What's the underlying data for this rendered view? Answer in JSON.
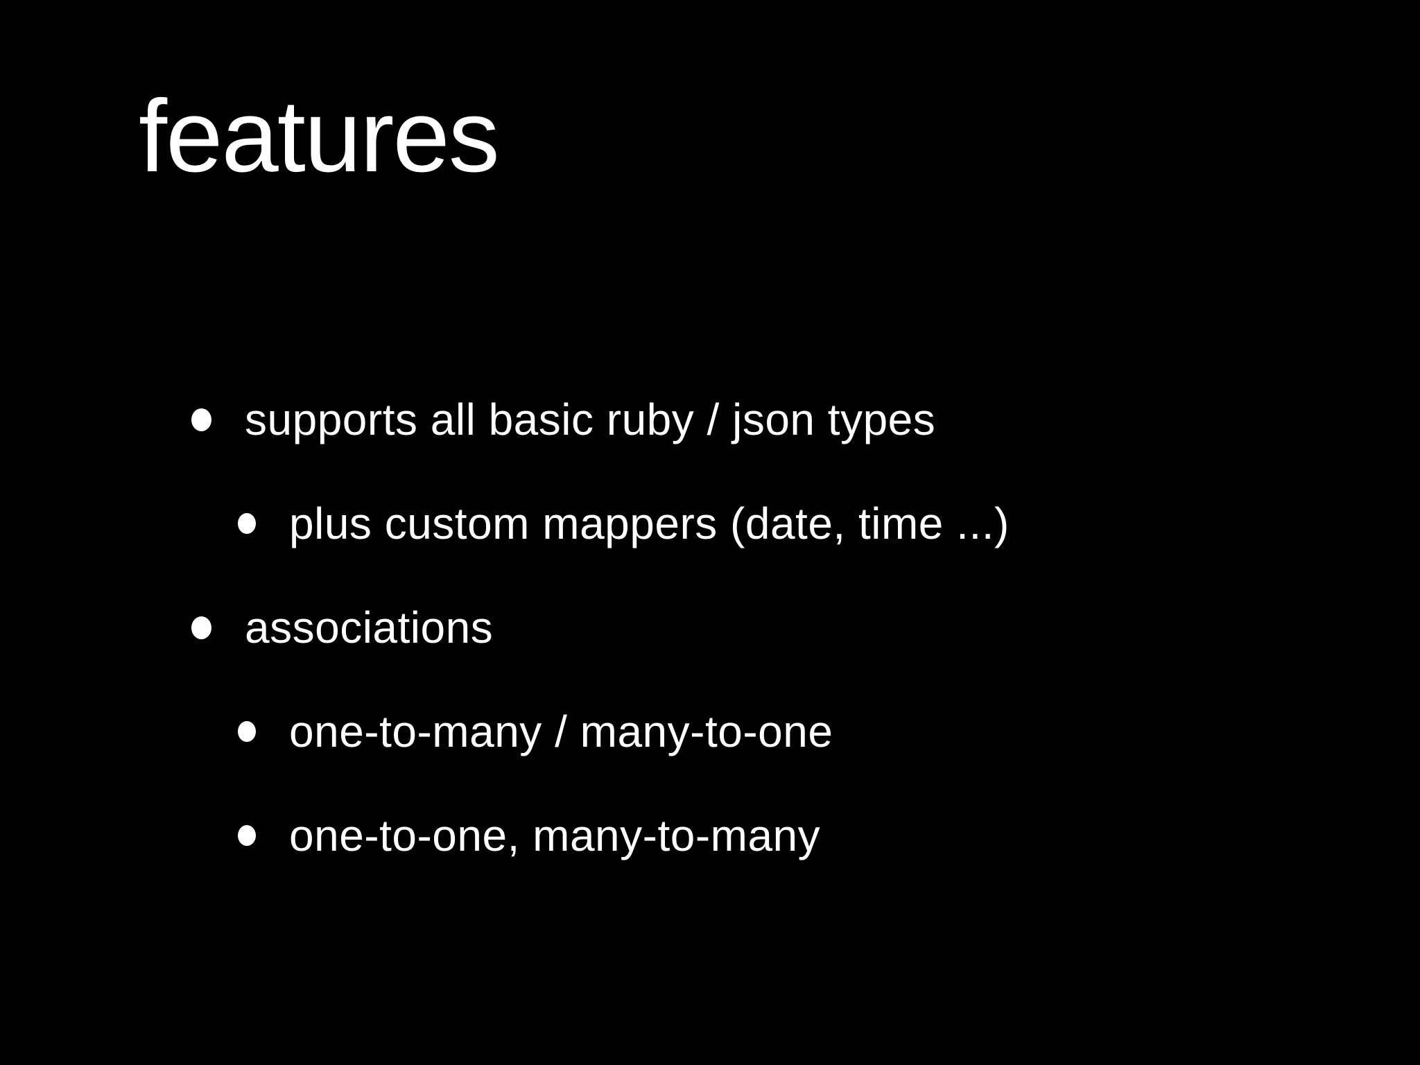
{
  "slide": {
    "colors": {
      "background": "#000000",
      "text": "#ffffff",
      "bullet_dot": "#ffffff"
    },
    "title": "features",
    "bullets": [
      {
        "level": 1,
        "text": "supports all basic ruby / json types"
      },
      {
        "level": 2,
        "text": "plus custom mappers (date, time ...)"
      },
      {
        "level": 1,
        "text": "associations"
      },
      {
        "level": 2,
        "text": "one-to-many / many-to-one"
      },
      {
        "level": 2,
        "text": "one-to-one, many-to-many"
      }
    ]
  }
}
